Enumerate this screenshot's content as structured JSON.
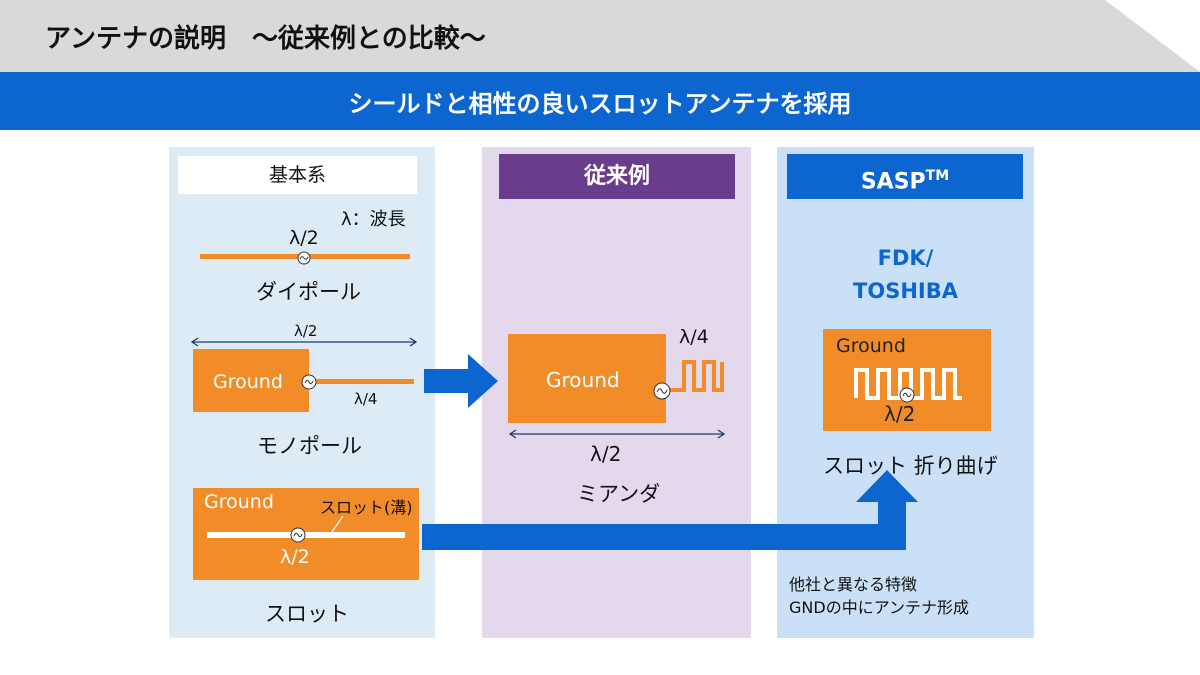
{
  "header": {
    "title": "アンテナの説明　～従来例との比較～",
    "banner": "シールドと相性の良いスロットアンテナを採用"
  },
  "panel_basic": {
    "heading": "基本系",
    "legend": "λ：波長",
    "dipole": {
      "length_label": "λ/2",
      "caption": "ダイポール"
    },
    "monopole": {
      "span_label": "λ/2",
      "ground": "Ground",
      "arm_label": "λ/4",
      "caption": "モノポール"
    },
    "slot": {
      "ground": "Ground",
      "slot_label": "スロット(溝)",
      "length_label": "λ/2",
      "caption": "スロット"
    }
  },
  "panel_conventional": {
    "heading": "従来例",
    "ground": "Ground",
    "meander_label": "λ/4",
    "length_label": "λ/2",
    "caption": "ミアンダ"
  },
  "panel_sasp": {
    "heading": "SASP",
    "heading_sup": "TM",
    "company_line1": "FDK/",
    "company_line2": "TOSHIBA",
    "ground": "Ground",
    "length_label": "λ/2",
    "caption": "スロット 折り曲げ",
    "feature_line1": "他社と異なる特徴",
    "feature_line2": "GNDの中にアンテナ形成"
  },
  "colors": {
    "banner_blue": "#0d66d0",
    "purple": "#6a3d8c",
    "orange": "#f28c28",
    "arrow_blue": "#0d66d0"
  }
}
